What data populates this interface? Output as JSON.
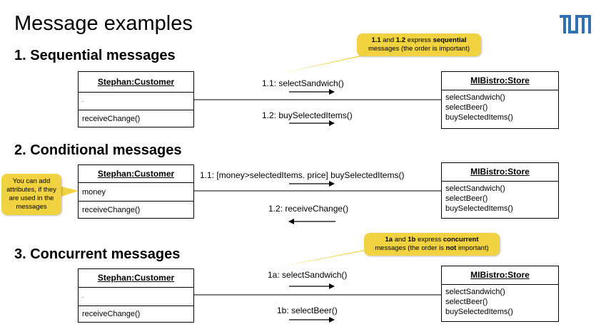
{
  "title": "Message examples",
  "sections": [
    {
      "heading": "1. Sequential messages",
      "customer": {
        "name": "Stephan:Customer",
        "attribute": ".",
        "operation": "receiveChange()"
      },
      "store": {
        "name": "MIBistro:Store",
        "operations": [
          "selectSandwich()",
          "selectBeer()",
          "buySelectedItems()"
        ]
      },
      "messages": [
        "1.1: selectSandwich()",
        "1.2: buySelectedItems()"
      ],
      "note": {
        "pre1": "1.1",
        "mid1": " and ",
        "pre2": "1.2",
        "mid2": " express ",
        "bold": "sequential",
        "line2": "messages (the order is important)"
      }
    },
    {
      "heading": "2. Conditional messages",
      "customer": {
        "name": "Stephan:Customer",
        "attribute": "money",
        "operation": "receiveChange()"
      },
      "store": {
        "name": "MIBistro:Store",
        "operations": [
          "selectSandwich()",
          "selectBeer()",
          "buySelectedItems()"
        ]
      },
      "messages": [
        "1.1: [money>selectedItems. price] buySelectedItems()",
        "1.2: receiveChange()"
      ],
      "note": {
        "text": "You can add attributes, if they are used in the messages"
      }
    },
    {
      "heading": "3. Concurrent messages",
      "customer": {
        "name": "Stephan:Customer",
        "attribute": ".",
        "operation": "receiveChange()"
      },
      "store": {
        "name": "MIBistro:Store",
        "operations": [
          "selectSandwich()",
          "selectBeer()",
          "buySelectedItems()"
        ]
      },
      "messages": [
        "1a: selectSandwich()",
        "1b: selectBeer()"
      ],
      "note": {
        "pre1": "1a",
        "mid1": " and ",
        "pre2": "1b",
        "mid2": " express ",
        "bold": "concurrent",
        "line2a": "messages (the order is ",
        "line2b": "not",
        "line2c": " important)"
      }
    }
  ],
  "colors": {
    "note": "#f1d240",
    "logo": "#3070b3"
  },
  "logo_icon": "tum-logo"
}
